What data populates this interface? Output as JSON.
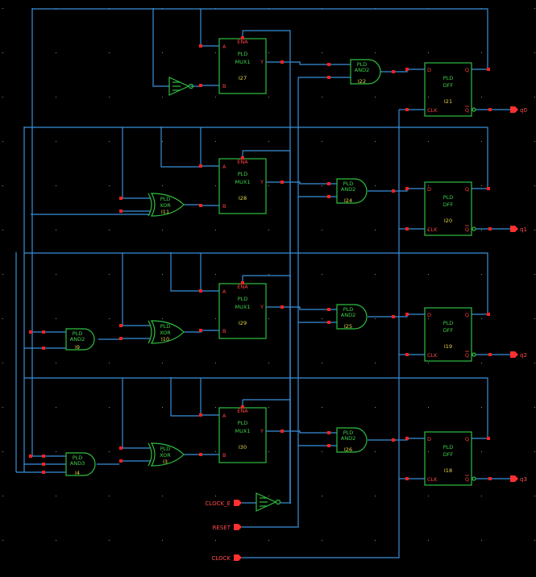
{
  "colors": {
    "background": "#000000",
    "wire": "#3a8fd9",
    "component": "#2fbf3f",
    "instance_label": "#e6d84a",
    "pin": "#ff3030"
  },
  "labels": {
    "pld": "PLD",
    "mux": "MUX1",
    "dff": "DFF",
    "and2": "AND2",
    "and3": "AND3",
    "xor": "XOR",
    "ena": "ENA",
    "a": "A",
    "b": "B",
    "y": "Y",
    "d": "D",
    "q": "Q",
    "qn": "Q",
    "clk": "CLK"
  },
  "instances": {
    "mux0": "I27",
    "mux1": "I28",
    "mux2": "I29",
    "mux3": "I30",
    "and_row0": "I22",
    "and_row1": "I24",
    "and_row2": "I25",
    "and_row3": "I26",
    "dff0": "I21",
    "dff1": "I20",
    "dff2": "I19",
    "dff3": "I18",
    "xor1": "I11",
    "xor2": "I10",
    "xor3": "I3",
    "and2_left": "I9",
    "and3_left": "I4"
  },
  "inputs": [
    "CLOCK_E",
    "RESET",
    "CLOCK"
  ],
  "outputs": [
    "q0",
    "q1",
    "q2",
    "q3"
  ]
}
